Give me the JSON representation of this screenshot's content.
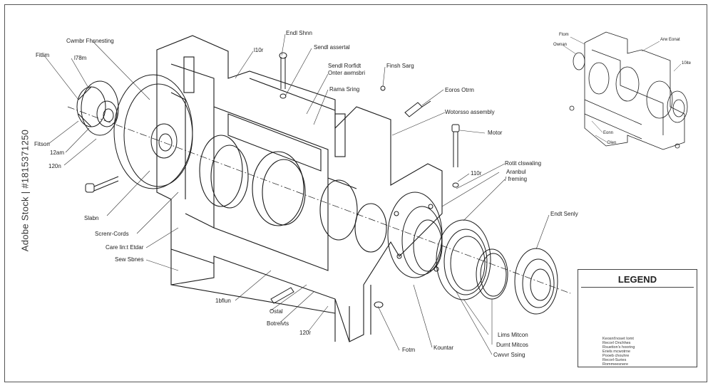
{
  "watermark": "Adobe Stock | #1815371250",
  "labels": {
    "gear_assembly": "Cwmbr Fhsnesting",
    "fitlim": "Fitlim",
    "l78m": "l78m",
    "fitson": "Fitson",
    "l2am": "12am",
    "l20n": "120n",
    "slabn": "Slabn",
    "screen_cords": "Screnr-Cords",
    "care_line": "Care lin:t Etdar",
    "sew_sbnes": "Sew Sbnes",
    "l10r_top": "l10r",
    "endl_shnn": "Endl Shnn",
    "send_assertal": "Sendl assertal",
    "send_rorfidt": "Sendl Rorfidt",
    "onter_assembly": "Onter awmsbri",
    "rams_sheng": "Rama Sring",
    "finsh_sarg": "Finsh Sarg",
    "eoros_otrm": "Eoros Otrm",
    "motorso_assembly": "Wotorsso assembly",
    "motor": "Motor",
    "rotor_housing": "Rotit clswaling",
    "aranbul": "Aranbul",
    "freming": "/ freming",
    "l10r_mid": "110r",
    "endt_senly": "Endt Senly",
    "lbflun": "1bflun",
    "ostal": "Ostal",
    "rotovts": "Botrelvts",
    "l20r": "120r",
    "fonm": "Fotm",
    "kountamr": "Kountar",
    "lims_mitcon": "Lims Mitcon",
    "durnt_mitcos": "Durnt Mitcos",
    "cwvvr_ssing": "Cwvvr Ssing"
  },
  "mini": {
    "ftom": "Ftom",
    "ownan": "Ownan",
    "arw_eonat": "Arw Eonat",
    "l0ite": "10ite",
    "eonn": "Eonn",
    "dlen": "Dlen"
  },
  "legend": {
    "title": "LEGEND",
    "lines": [
      "Keosnt'noset Iomt",
      "Recorl Onchhes",
      "Rsuetion's hooring",
      "Eriels mcwotrne",
      "Pooeb chouhre",
      "Recorl-Suries",
      "Rommeesnere"
    ]
  }
}
